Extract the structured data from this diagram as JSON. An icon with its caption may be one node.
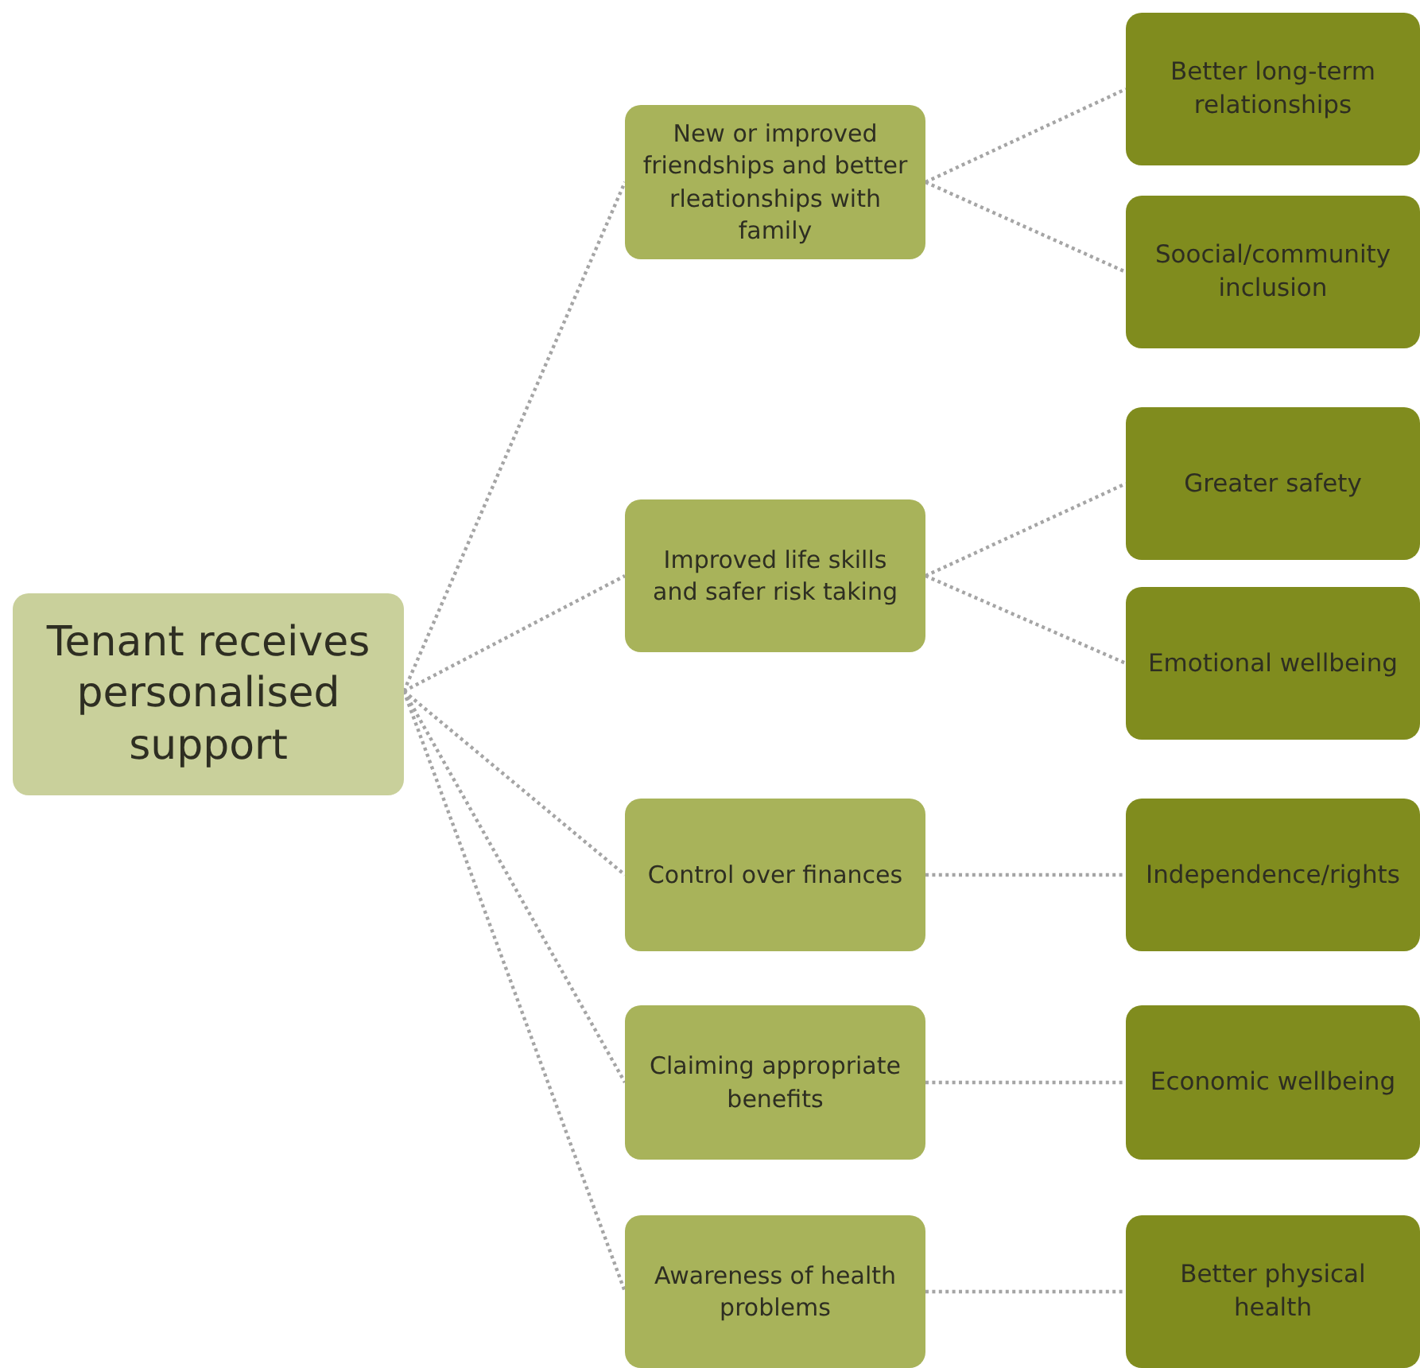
{
  "diagram": {
    "nodes": [
      {
        "text": [
          "Tenant receives personalised support"
        ]
      },
      {
        "text": [
          "New or improved friendships and better rleationships with family"
        ]
      },
      {
        "text": [
          "Better long-term relationships"
        ]
      },
      {
        "text": [
          "Soocial/community inclusion"
        ]
      },
      {
        "text": [
          "Improved life skills and safer risk taking"
        ]
      },
      {
        "text": [
          "Greater safety"
        ]
      },
      {
        "text": [
          "Emotional wellbeing"
        ]
      },
      {
        "text": [
          "Control over finances"
        ]
      },
      {
        "text": [
          "Independence/rights"
        ]
      },
      {
        "text": [
          "Claiming appropriate benefits"
        ]
      },
      {
        "text": [
          "Economic wellbeing"
        ]
      },
      {
        "text": [
          "Awareness of health problems"
        ]
      },
      {
        "text": [
          "Better physical health"
        ]
      }
    ],
    "edges": [
      {
        "from": 0,
        "to": 1,
        "arrow": "none"
      },
      {
        "from": 0,
        "to": 4,
        "arrow": "none"
      },
      {
        "from": 0,
        "to": 7,
        "arrow": "none"
      },
      {
        "from": 0,
        "to": 9,
        "arrow": "none"
      },
      {
        "from": 0,
        "to": 11,
        "arrow": "none"
      },
      {
        "from": 1,
        "to": 2,
        "arrow": "none"
      },
      {
        "from": 1,
        "to": 3,
        "arrow": "none"
      },
      {
        "from": 4,
        "to": 5,
        "arrow": "none"
      },
      {
        "from": 4,
        "to": 6,
        "arrow": "none"
      },
      {
        "from": 7,
        "to": 8,
        "arrow": "none"
      },
      {
        "from": 9,
        "to": 10,
        "arrow": "none"
      },
      {
        "from": 11,
        "to": 12,
        "arrow": "none"
      }
    ]
  }
}
